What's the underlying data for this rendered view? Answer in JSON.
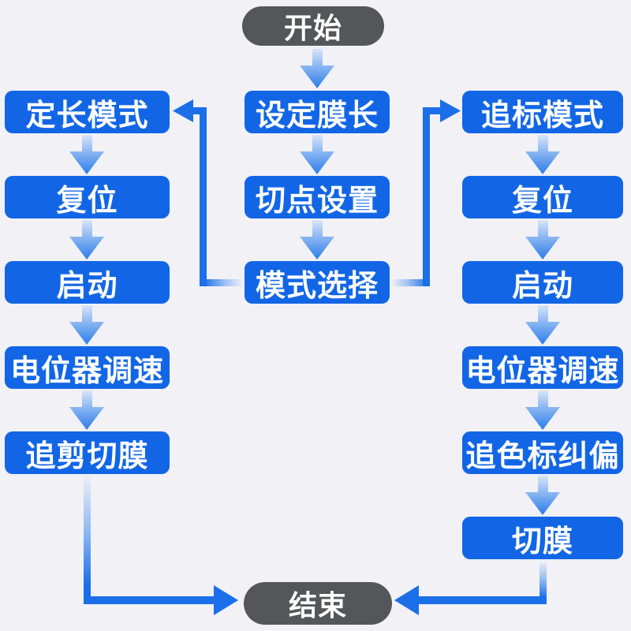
{
  "colors": {
    "background": "#f1f1f6",
    "step_box": "#1266e6",
    "terminal_box": "#55565a",
    "connector": "#1b6fe8",
    "arrow_gradient_light": "#d8e5f9",
    "arrow_gradient_dark": "#2b7ce9",
    "text": "#ffffff"
  },
  "flowchart": {
    "start": {
      "label": "开始"
    },
    "end": {
      "label": "结束"
    },
    "center_column": {
      "steps": [
        "设定膜长",
        "切点设置",
        "模式选择"
      ]
    },
    "left_branch": {
      "steps": [
        "定长模式",
        "复位",
        "启动",
        "电位器调速",
        "追剪切膜"
      ]
    },
    "right_branch": {
      "steps": [
        "追标模式",
        "复位",
        "启动",
        "电位器调速",
        "追色标纠偏",
        "切膜"
      ]
    }
  }
}
